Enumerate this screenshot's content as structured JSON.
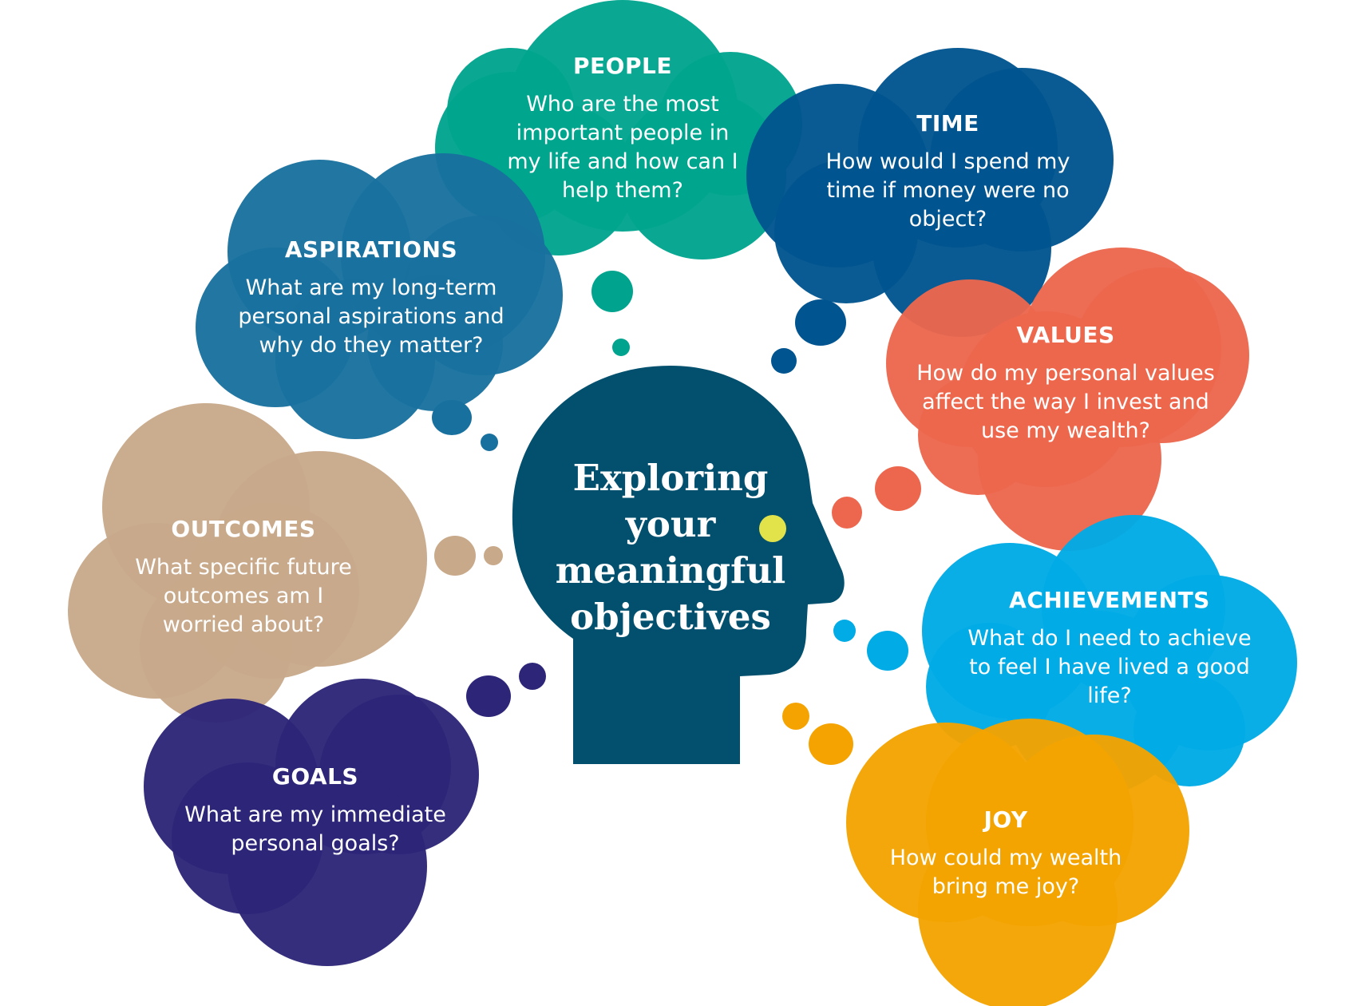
{
  "title": "Exploring your meaningful objectives",
  "title_lines": [
    "Exploring",
    "your",
    "meaningful",
    "objectives"
  ],
  "bubbles": [
    {
      "id": "people",
      "heading": "PEOPLE",
      "question": "Who are the most important people in my  life and how can I help them?",
      "color": "#00a48e"
    },
    {
      "id": "time",
      "heading": "TIME",
      "question": "How would I spend my time if money were no object?",
      "color": "#00548f"
    },
    {
      "id": "aspirations",
      "heading": "ASPIRATIONS",
      "question": "What are my long-term personal aspirations and why do they matter?",
      "color": "#18709e"
    },
    {
      "id": "values",
      "heading": "VALUES",
      "question": "How do my personal values affect the way I invest and use my wealth?",
      "color": "#ec674d"
    },
    {
      "id": "outcomes",
      "heading": "OUTCOMES",
      "question": "What specific future outcomes am I worried about?",
      "color": "#c8a98a"
    },
    {
      "id": "achievements",
      "heading": "ACHIEVEMENTS",
      "question": "What do I need to achieve to feel I have lived a good life?",
      "color": "#00abe6"
    },
    {
      "id": "goals",
      "heading": "GOALS",
      "question": "What are my immediate personal goals?",
      "color": "#2d2578"
    },
    {
      "id": "joy",
      "heading": "JOY",
      "question": "How could my wealth bring me joy?",
      "color": "#f4a300"
    }
  ],
  "head_color": "#02506e",
  "eye_color": "#e2e24a"
}
